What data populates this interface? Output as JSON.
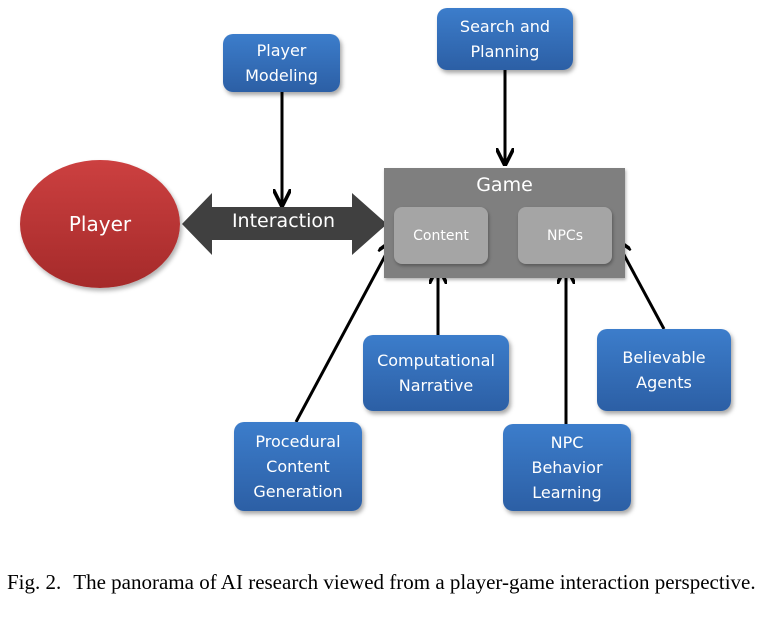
{
  "diagram": {
    "player": "Player",
    "interaction": "Interaction",
    "game": {
      "title": "Game",
      "content": "Content",
      "npcs": "NPCs"
    },
    "research_areas": {
      "player_modeling": "Player\nModeling",
      "search_planning": "Search and\nPlanning",
      "computational_narrative": "Computational\nNarrative",
      "believable_agents": "Believable\nAgents",
      "pcg": "Procedural\nContent\nGeneration",
      "npc_behavior_learning": "NPC\nBehavior\nLearning"
    },
    "colors": {
      "area_box": "#3a78c4",
      "player": "#c0393b",
      "game": "#7f7f7f",
      "inner": "#a5a5a5",
      "interaction_arrow": "#404040"
    }
  },
  "caption": {
    "label": "Fig. 2.",
    "text": "The panorama of AI research viewed from a player-game interaction perspective."
  }
}
